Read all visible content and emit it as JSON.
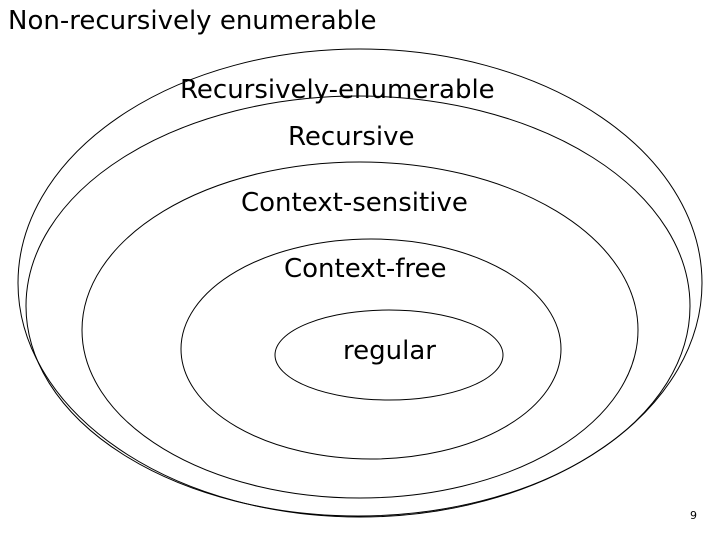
{
  "labels": {
    "non_recursively_enumerable": "Non-recursively enumerable",
    "recursively_enumerable": "Recursively-enumerable",
    "recursive": "Recursive",
    "context_sensitive": "Context-sensitive",
    "context_free": "Context-free",
    "regular": "regular"
  },
  "page_number": "9",
  "stroke_color": "#000000",
  "background_color": "#ffffff"
}
